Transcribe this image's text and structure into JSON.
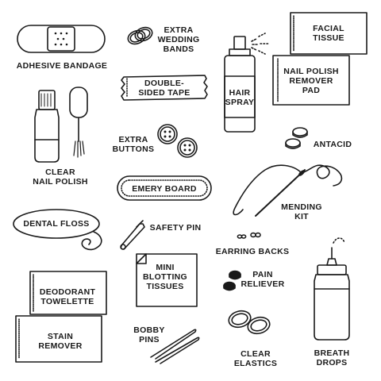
{
  "colors": {
    "ink": "#1a1a1a",
    "paper": "#ffffff"
  },
  "items": {
    "adhesive_bandage": "ADHESIVE BANDAGE",
    "extra_wedding_bands": "EXTRA\nWEDDING\nBANDS",
    "hair_spray": "HAIR\nSPRAY",
    "facial_tissue": "FACIAL\nTISSUE",
    "nail_polish_remover_pad": "NAIL POLISH\nREMOVER\nPAD",
    "double_sided_tape": "DOUBLE-\nSIDED TAPE",
    "clear_nail_polish": "CLEAR\nNAIL POLISH",
    "extra_buttons": "EXTRA\nBUTTONS",
    "antacid": "ANTACID",
    "emery_board": "EMERY BOARD",
    "mending_kit": "MENDING\nKIT",
    "dental_floss": "DENTAL FLOSS",
    "safety_pin": "SAFETY PIN",
    "earring_backs": "EARRING BACKS",
    "mini_blotting_tissues": "MINI\nBLOTTING\nTISSUES",
    "deodorant_towelette": "DEODORANT\nTOWELETTE",
    "pain_reliever": "PAIN\nRELIEVER",
    "stain_remover": "STAIN\nREMOVER",
    "bobby_pins": "BOBBY\nPINS",
    "clear_elastics": "CLEAR\nELASTICS",
    "breath_drops": "BREATH\nDROPS"
  }
}
